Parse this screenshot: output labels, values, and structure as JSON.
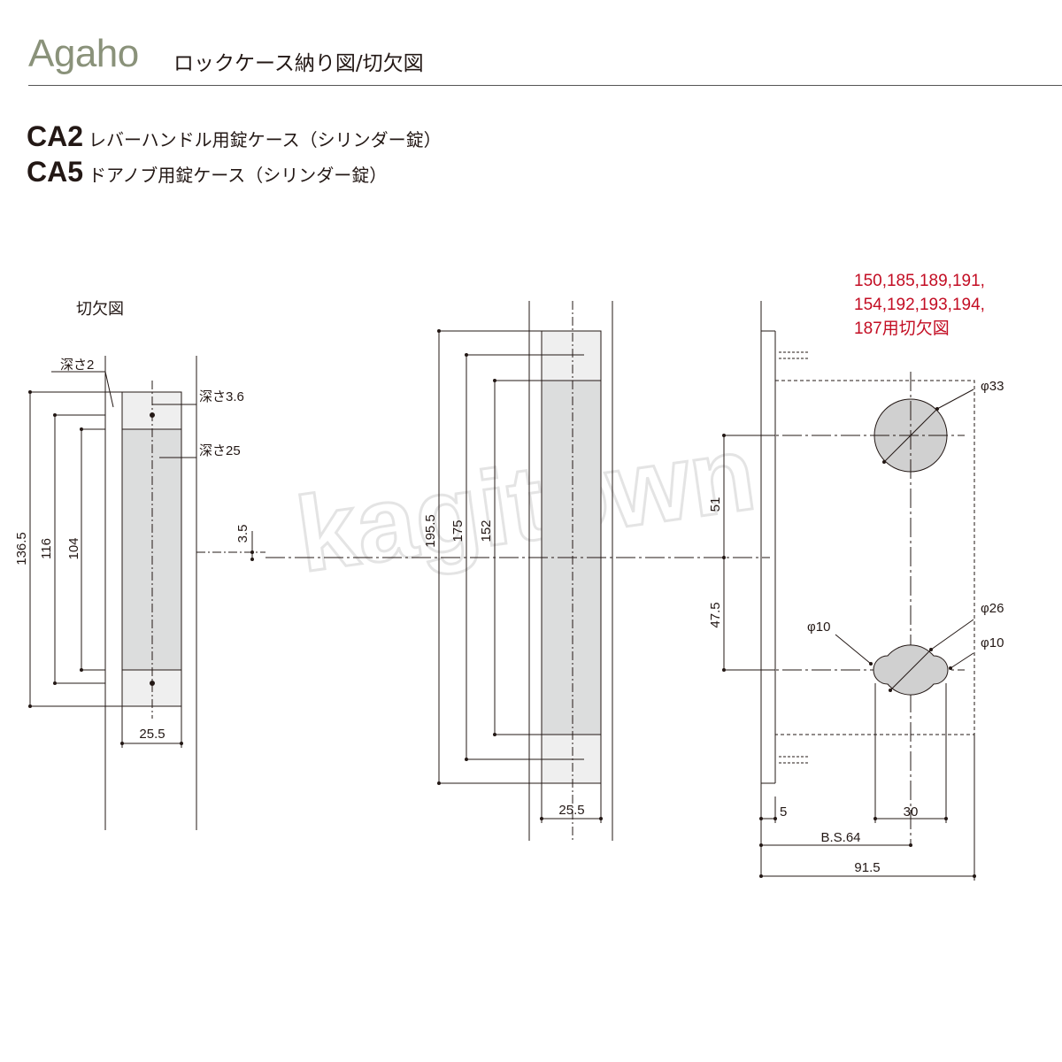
{
  "header": {
    "brand": "Agaho",
    "title": "ロックケース納り図/切欠図"
  },
  "models": [
    {
      "code": "CA2",
      "description": "レバーハンドル用錠ケース（シリンダー錠）"
    },
    {
      "code": "CA5",
      "description": "ドアノブ用錠ケース（シリンダー錠）"
    }
  ],
  "watermark": "kagitown",
  "colors": {
    "line": "#231815",
    "fill_gray": "#dcdddd",
    "fill_light": "#efefef",
    "cylinder_fill": "#d0d0d0",
    "note_red": "#c30d23",
    "brand_green": "#8a927a"
  },
  "cutout_view": {
    "label": "切欠図",
    "depth_labels": [
      "深さ2",
      "深さ3.6",
      "深さ25"
    ],
    "dimensions": {
      "total_height": "136.5",
      "plate_height": "116",
      "screw_pitch": "104",
      "offset": "3.5",
      "width": "25.5"
    }
  },
  "case_side_view": {
    "dimensions": {
      "total_height": "195.5",
      "plate_height": "175",
      "case_height": "152",
      "width": "25.5"
    }
  },
  "front_view": {
    "note_lines": [
      "150,185,189,191,",
      "154,192,193,194,",
      "187用切欠図"
    ],
    "dimensions": {
      "knob_hole": "φ33",
      "cylinder_main": "φ26",
      "cylinder_left": "φ10",
      "cylinder_right": "φ10",
      "upper_distance": "51",
      "lower_distance": "47.5",
      "faceplate": "5",
      "cylinder_span": "30",
      "backset": "B.S.64",
      "total_width": "91.5"
    }
  }
}
